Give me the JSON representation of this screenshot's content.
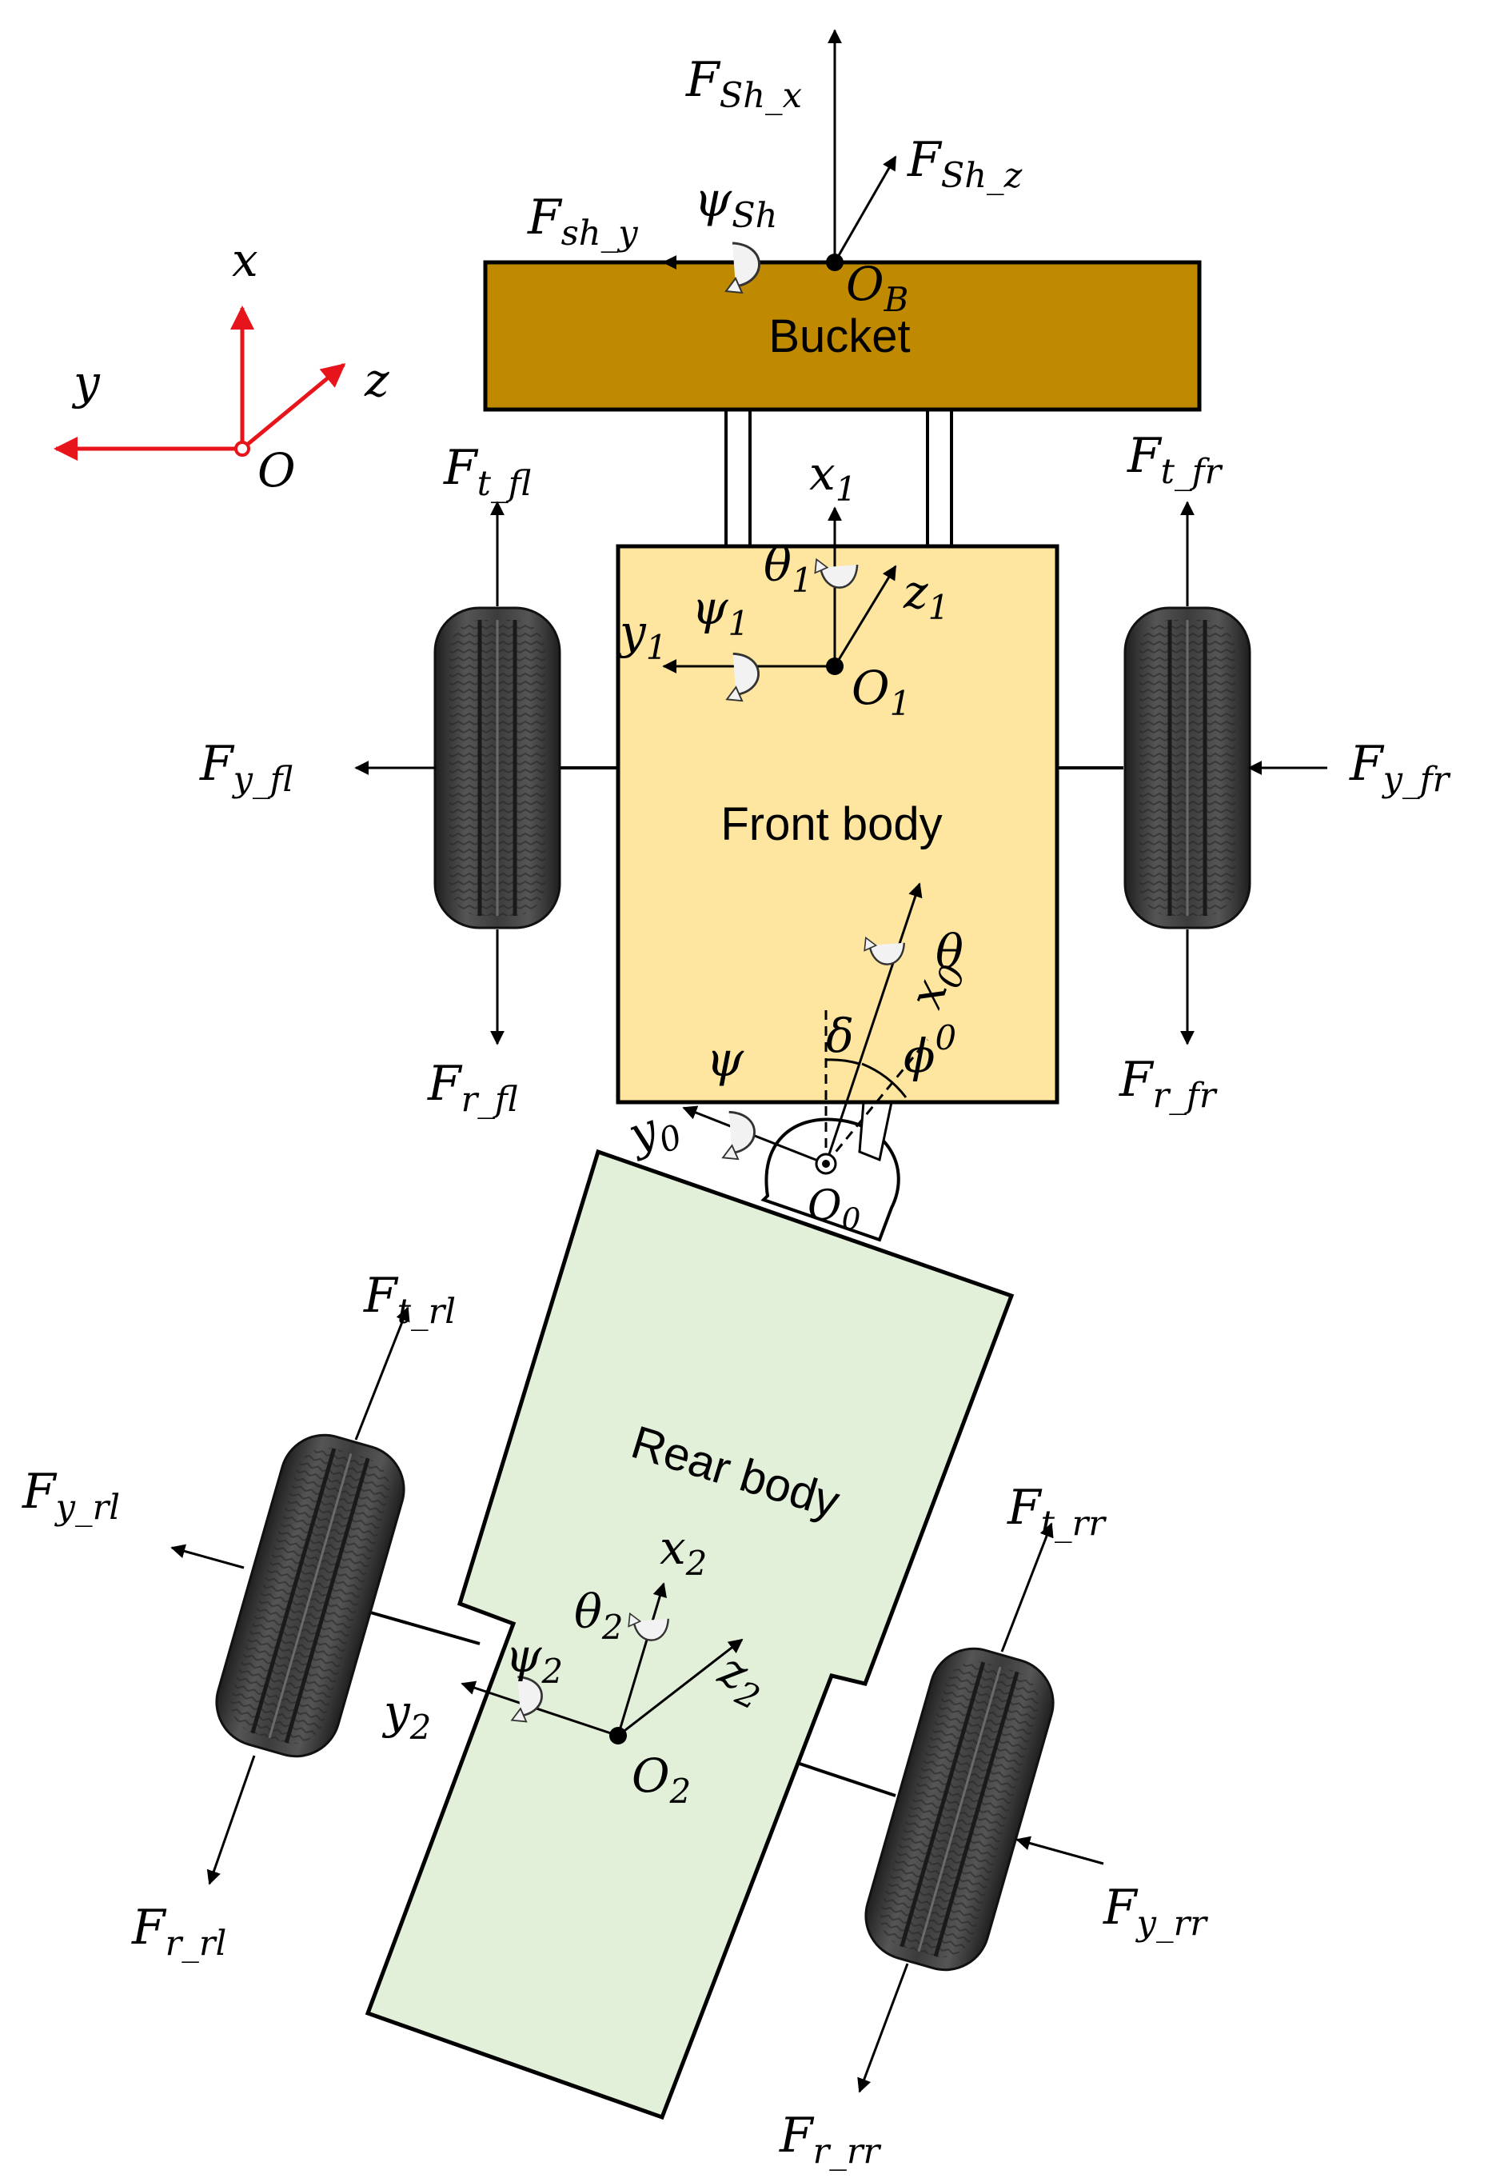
{
  "bodies": {
    "bucket": "Bucket",
    "front": "Front body",
    "rear": "Rear body"
  },
  "global_axes": {
    "x": "x",
    "y": "y",
    "z": "z",
    "origin": "O"
  },
  "bucket_labels": {
    "fsh_x": {
      "base": "F",
      "sub": "Sh_x"
    },
    "fsh_z": {
      "base": "F",
      "sub": "Sh_z"
    },
    "fsh_y": {
      "base": "F",
      "sub": "sh_y"
    },
    "psi_sh": {
      "base": "ψ",
      "sub": "Sh"
    },
    "ob": {
      "base": "O",
      "sub": "B"
    }
  },
  "front_frame": {
    "x1": {
      "base": "x",
      "sub": "1"
    },
    "y1": {
      "base": "y",
      "sub": "1"
    },
    "z1": {
      "base": "z",
      "sub": "1"
    },
    "o1": {
      "base": "O",
      "sub": "1"
    },
    "psi1": {
      "base": "ψ",
      "sub": "1"
    },
    "theta1": {
      "base": "θ",
      "sub": "1"
    }
  },
  "front_wheels": {
    "ft_fl": {
      "base": "F",
      "sub": "t_fl"
    },
    "fy_fl": {
      "base": "F",
      "sub": "y_fl"
    },
    "fr_fl": {
      "base": "F",
      "sub": "r_fl"
    },
    "ft_fr": {
      "base": "F",
      "sub": "t_fr"
    },
    "fy_fr": {
      "base": "F",
      "sub": "y_fr"
    },
    "fr_fr": {
      "base": "F",
      "sub": "r_fr"
    }
  },
  "joint": {
    "x0": {
      "base": "x",
      "sub": "0"
    },
    "y0": {
      "base": "y",
      "sub": "0"
    },
    "o0": {
      "base": "O",
      "sub": "0"
    },
    "theta": "θ",
    "phi": "ϕ",
    "delta": "δ",
    "psi": "ψ",
    "phi_sup": "0"
  },
  "rear_frame": {
    "x2": {
      "base": "x",
      "sub": "2"
    },
    "y2": {
      "base": "y",
      "sub": "2"
    },
    "z2": {
      "base": "z",
      "sub": "2"
    },
    "o2": {
      "base": "O",
      "sub": "2"
    },
    "psi2": {
      "base": "ψ",
      "sub": "2"
    },
    "theta2": {
      "base": "θ",
      "sub": "2"
    }
  },
  "rear_wheels": {
    "ft_rl": {
      "base": "F",
      "sub": "t_rl"
    },
    "fy_rl": {
      "base": "F",
      "sub": "y_rl"
    },
    "fr_rl": {
      "base": "F",
      "sub": "r_rl"
    },
    "ft_rr": {
      "base": "F",
      "sub": "t_rr"
    },
    "fy_rr": {
      "base": "F",
      "sub": "y_rr"
    },
    "fr_rr": {
      "base": "F",
      "sub": "r_rr"
    }
  },
  "colors": {
    "bucket": "#C08A00",
    "front_body": "#FFE6A0",
    "rear_body": "#E2EFD9",
    "global_axes": "#E8141B",
    "tire": "#3a3a3a",
    "ink": "#000000"
  }
}
